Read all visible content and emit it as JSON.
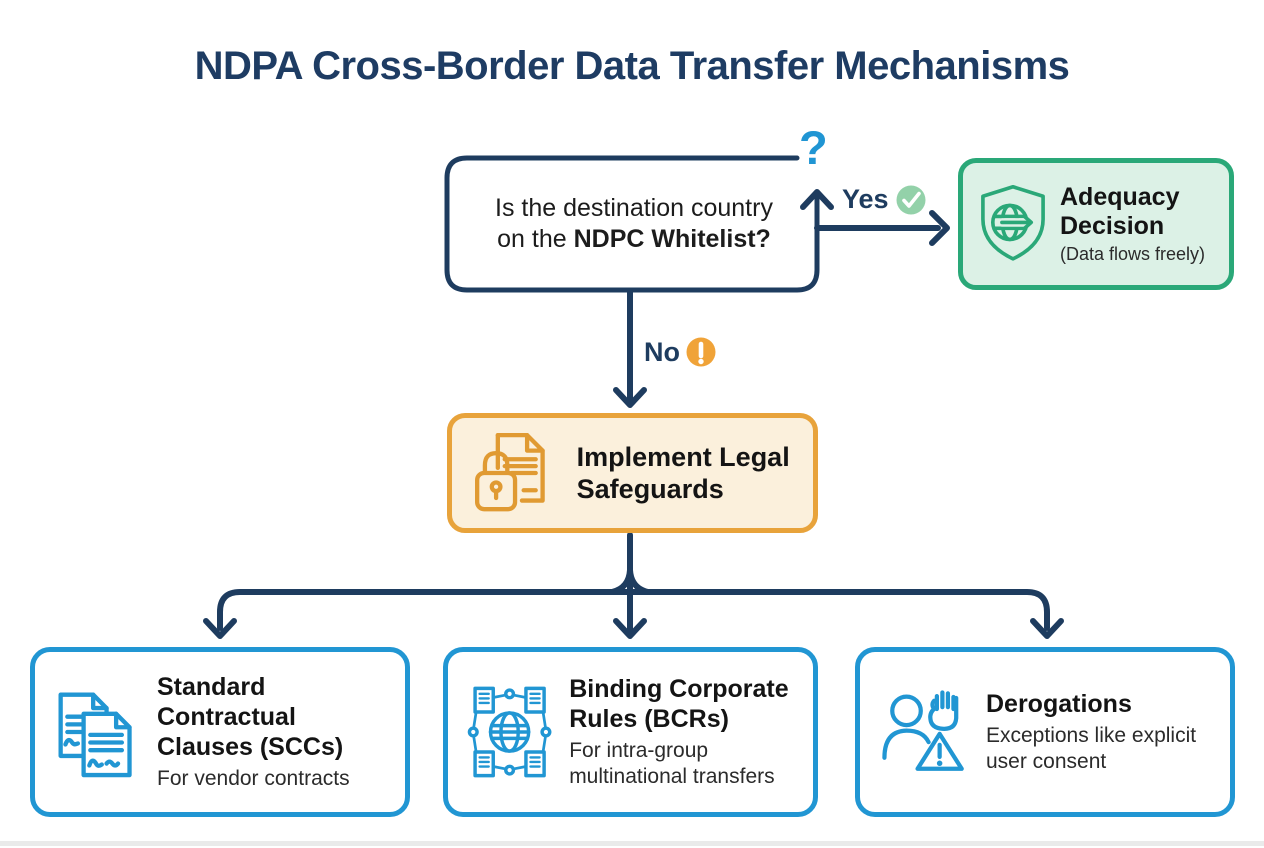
{
  "title": "NDPA Cross-Border Data Transfer Mechanisms",
  "colors": {
    "navy": "#1e3c5f",
    "title_navy": "#1e3c63",
    "accent_blue": "#2196d3",
    "green_border": "#2aa878",
    "green_fill": "#dcf1e6",
    "green_badge": "#93d1a9",
    "orange_border": "#e8a33b",
    "orange_fill": "#fbf0dc",
    "orange_badge": "#f0a338"
  },
  "decision": {
    "line1": "Is the destination country",
    "line2_prefix": "on the ",
    "line2_bold": "NDPC Whitelist?",
    "question_glyph": "?"
  },
  "branches": {
    "yes_label": "Yes",
    "no_label": "No"
  },
  "adequacy": {
    "title": "Adequacy Decision",
    "subtitle": "(Data flows freely)",
    "icon": "shield-globe-transfer-icon"
  },
  "safeguards": {
    "title": "Implement Legal Safeguards",
    "icon": "document-lock-icon"
  },
  "mechanisms": [
    {
      "title": "Standard Contractual Clauses (SCCs)",
      "subtitle": "For vendor contracts",
      "icon": "signed-contracts-icon"
    },
    {
      "title": "Binding Corporate Rules (BCRs)",
      "subtitle": "For intra-group multinational transfers",
      "icon": "global-corporate-network-icon"
    },
    {
      "title": "Derogations",
      "subtitle": "Exceptions like explicit user consent",
      "icon": "person-consent-warning-icon"
    }
  ]
}
